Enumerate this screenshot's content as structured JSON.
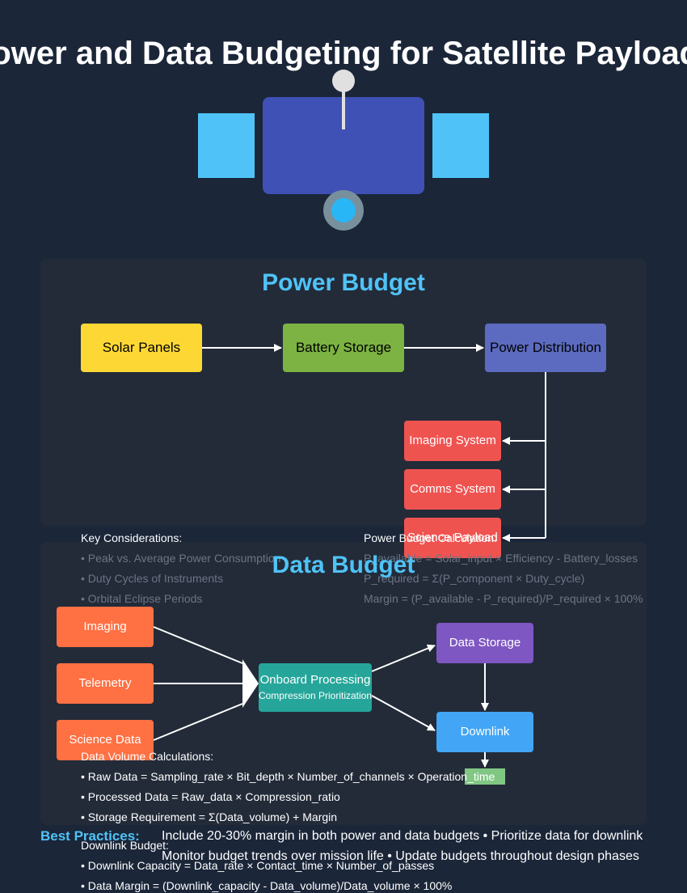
{
  "title": "Power and Data Budgeting for Satellite Payloads",
  "colors": {
    "background": "#1b2639",
    "panel": "#232b39",
    "accent": "#4fc3f7",
    "solar": "#fdd835",
    "battery": "#7cb342",
    "distribution": "#5c6bc0",
    "subsystem": "#ef5350",
    "data_source": "#ff7043",
    "processing": "#26a69a",
    "storage": "#7e57c2",
    "downlink": "#42a5f5",
    "antenna": "#81c784"
  },
  "power_budget": {
    "heading": "Power Budget",
    "flow": [
      "Solar Panels",
      "Battery Storage",
      "Power Distribution"
    ],
    "subsystems": [
      "Imaging System",
      "Comms System",
      "Science Payload"
    ],
    "considerations": {
      "heading": "Key Considerations:",
      "items": [
        "• Peak vs. Average Power Consumption",
        "• Duty Cycles of Instruments",
        "• Orbital Eclipse Periods"
      ]
    },
    "calculations": {
      "heading": "Power Budget Calculation:",
      "items": [
        "P_available = Solar_input × Efficiency - Battery_losses",
        "P_required = Σ(P_component × Duty_cycle)",
        "Margin = (P_available - P_required)/P_required × 100%"
      ]
    }
  },
  "data_budget": {
    "heading": "Data Budget",
    "sources": [
      "Imaging",
      "Telemetry",
      "Science Data"
    ],
    "processing": {
      "label": "Onboard Processing",
      "sublabel": "Compression Prioritization"
    },
    "storage": "Data Storage",
    "downlink": "Downlink",
    "volume": {
      "heading": "Data Volume Calculations:",
      "items": [
        "• Raw Data = Sampling_rate × Bit_depth × Number_of_channels × Operation_time",
        "• Processed Data = Raw_data × Compression_ratio",
        "• Storage Requirement = Σ(Data_volume) + Margin"
      ]
    },
    "downlink_budget": {
      "heading": "Downlink Budget:",
      "items": [
        "• Downlink Capacity = Data_rate × Contact_time × Number_of_passes",
        "• Data Margin = (Downlink_capacity - Data_volume)/Data_volume × 100%"
      ]
    }
  },
  "best_practices": {
    "label": "Best Practices:",
    "line1": "Include 20-30% margin in both power and data budgets • Prioritize data for downlink",
    "line2": "Monitor budget trends over mission life • Update budgets throughout design phases"
  }
}
